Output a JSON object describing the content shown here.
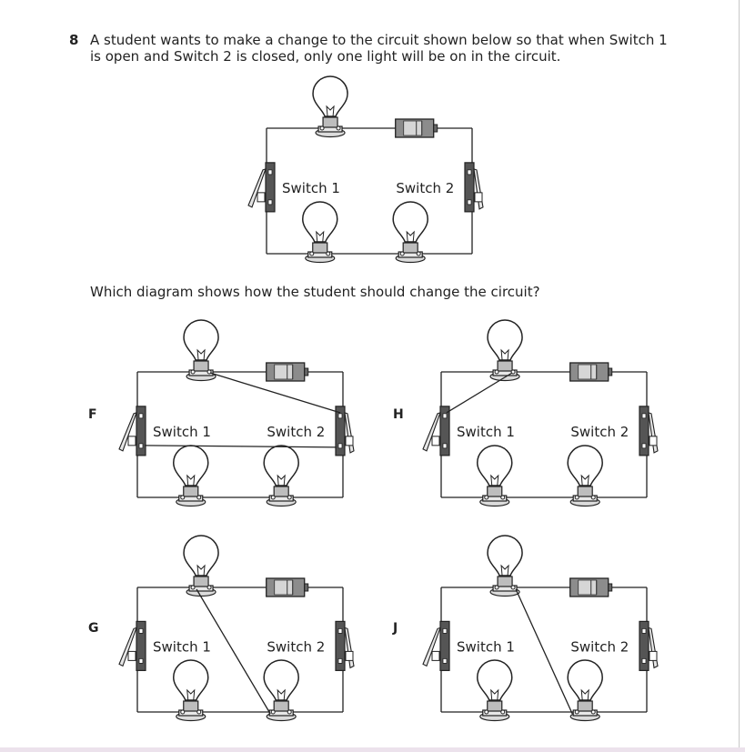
{
  "question": {
    "number": "8",
    "line1": "A student wants to make a change to the circuit shown below so that when Switch 1",
    "line2": "is open and Switch 2 is closed, only one light will be on in the circuit.",
    "subquestion": "Which diagram shows how the student should change the circuit?"
  },
  "labels": {
    "switch1": "Switch 1",
    "switch2": "Switch 2"
  },
  "options": {
    "F": "F",
    "H": "H",
    "G": "G",
    "J": "J"
  }
}
